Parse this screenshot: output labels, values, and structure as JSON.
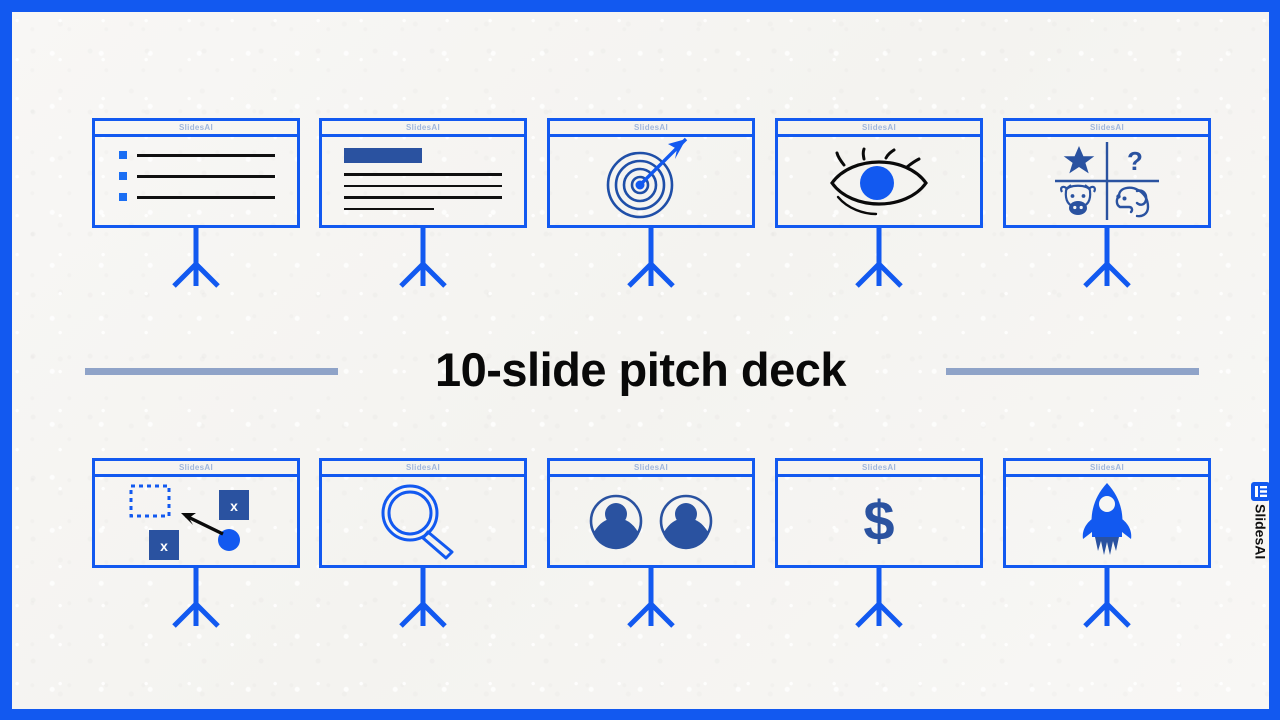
{
  "page": {
    "title": "10-slide pitch deck",
    "border_color": "#1259f0",
    "background_color": "#f7f6f4",
    "accent_color": "#1259f0",
    "muted_blue": "#2a52a0",
    "deco_line_color": "#8fa3c8",
    "header_label_color": "#9fb6dc"
  },
  "watermark": {
    "label": "SlidesAI",
    "logo_icon": "slidesai-logo-icon"
  },
  "slides": [
    {
      "n": 1,
      "header": "SlidesAI",
      "icon": "bullet-list-icon",
      "name": "slide-bullet-list",
      "bullets": [
        "bullet-line-1",
        "bullet-line-2",
        "bullet-line-3"
      ]
    },
    {
      "n": 2,
      "header": "SlidesAI",
      "icon": "title-and-text-icon",
      "name": "slide-title-text",
      "lines": [
        "text-line-1",
        "text-line-2",
        "text-line-3",
        "text-line-4"
      ]
    },
    {
      "n": 3,
      "header": "SlidesAI",
      "icon": "target-arrow-icon",
      "name": "slide-target"
    },
    {
      "n": 4,
      "header": "SlidesAI",
      "icon": "eye-icon",
      "name": "slide-vision"
    },
    {
      "n": 5,
      "header": "SlidesAI",
      "icon": "bcg-matrix-icon",
      "name": "slide-matrix",
      "quadrants": [
        "star",
        "question-mark",
        "cash-cow",
        "dog"
      ]
    },
    {
      "n": 6,
      "header": "SlidesAI",
      "icon": "positioning-arrow-icon",
      "name": "slide-positioning",
      "markers": [
        "x",
        "x"
      ]
    },
    {
      "n": 7,
      "header": "SlidesAI",
      "icon": "magnifier-icon",
      "name": "slide-research"
    },
    {
      "n": 8,
      "header": "SlidesAI",
      "icon": "team-avatars-icon",
      "name": "slide-team"
    },
    {
      "n": 9,
      "header": "SlidesAI",
      "icon": "dollar-sign-icon",
      "name": "slide-financials",
      "symbol": "$"
    },
    {
      "n": 10,
      "header": "SlidesAI",
      "icon": "rocket-icon",
      "name": "slide-launch"
    }
  ]
}
